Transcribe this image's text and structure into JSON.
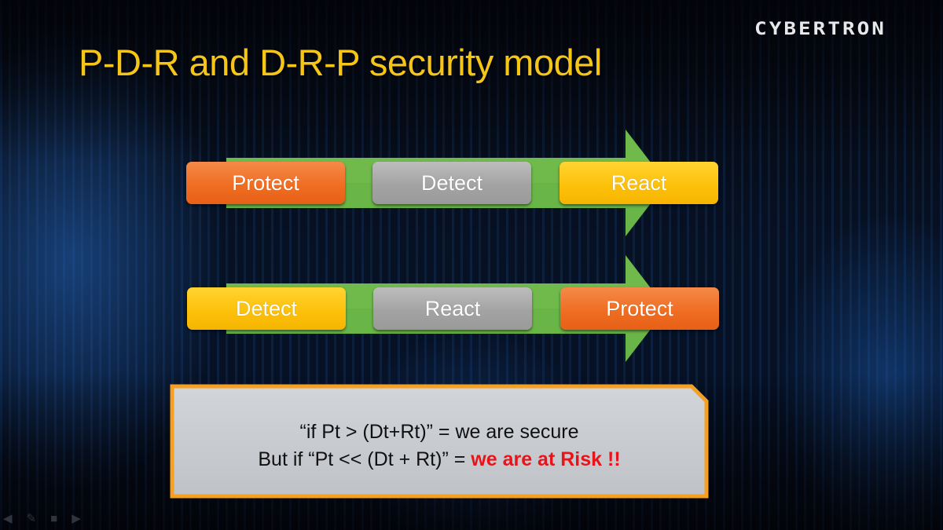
{
  "slide": {
    "logo": "CYBERTRON",
    "title": "P-D-R and D-R-P security model"
  },
  "flows": [
    {
      "name": "pdr",
      "steps": [
        {
          "label": "Protect",
          "color": "#ef6e23"
        },
        {
          "label": "Detect",
          "color": "#a3a3a3"
        },
        {
          "label": "React",
          "color": "#fdc10b"
        }
      ]
    },
    {
      "name": "drp",
      "steps": [
        {
          "label": "Detect",
          "color": "#fdc10b"
        },
        {
          "label": "React",
          "color": "#a3a3a3"
        },
        {
          "label": "Protect",
          "color": "#ef6e23"
        }
      ]
    }
  ],
  "arrow_color": "#6ab547",
  "note": {
    "line1": "“if Pt > (Dt+Rt)” = we are secure",
    "line2_prefix": "But if “Pt << (Dt + Rt)” = ",
    "line2_highlight": "we are at Risk !!",
    "highlight_color": "#e8141a",
    "border_color": "#f5a020"
  },
  "controls": {
    "prev_icon": "arrow-left-icon",
    "pen_icon": "pen-icon",
    "menu_icon": "square-menu-icon",
    "next_icon": "arrow-right-icon"
  }
}
